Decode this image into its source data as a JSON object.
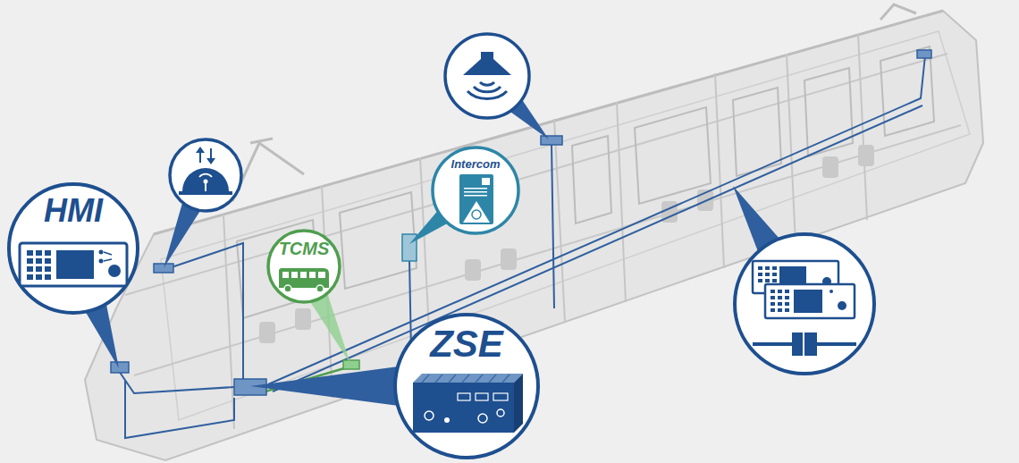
{
  "diagram": {
    "nodes": [
      {
        "text": [
          "HMI"
        ]
      },
      {
        "text": [
          "TCMS"
        ]
      },
      {
        "text": [
          "Intercom"
        ]
      },
      {
        "text": [
          "ZSE"
        ]
      }
    ]
  }
}
